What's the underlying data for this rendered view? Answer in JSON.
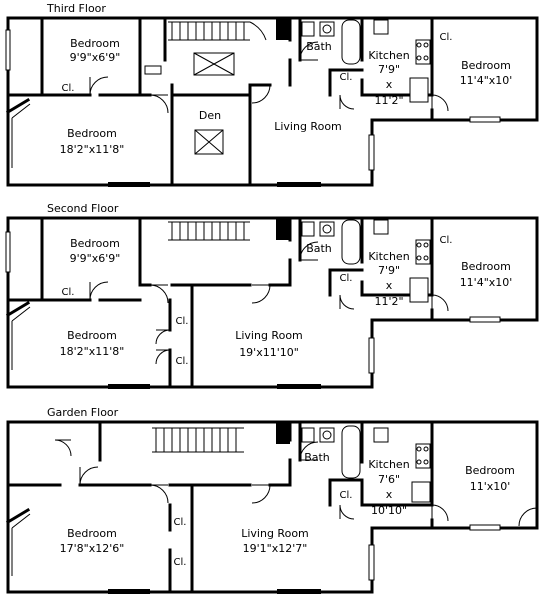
{
  "floors": [
    {
      "title": "Third Floor",
      "rooms": {
        "bedroom_small": {
          "name": "Bedroom",
          "size": "9'9\"x6'9\""
        },
        "bedroom_large": {
          "name": "Bedroom",
          "size": "18'2\"x11'8\""
        },
        "den": {
          "name": "Den"
        },
        "living": {
          "name": "Living Room"
        },
        "bath": {
          "name": "Bath"
        },
        "kitchen": {
          "name": "Kitchen",
          "dim1": "7'9\"",
          "x": "x",
          "dim2": "11'2\""
        },
        "bedroom_rear": {
          "name": "Bedroom",
          "size": "11'4\"x10'"
        },
        "closets": [
          "Cl.",
          "Cl.",
          "Cl."
        ]
      }
    },
    {
      "title": "Second Floor",
      "rooms": {
        "bedroom_small": {
          "name": "Bedroom",
          "size": "9'9\"x6'9\""
        },
        "bedroom_large": {
          "name": "Bedroom",
          "size": "18'2\"x11'8\""
        },
        "living": {
          "name": "Living Room",
          "size": "19'x11'10\""
        },
        "bath": {
          "name": "Bath"
        },
        "kitchen": {
          "name": "Kitchen",
          "dim1": "7'9\"",
          "x": "x",
          "dim2": "11'2\""
        },
        "bedroom_rear": {
          "name": "Bedroom",
          "size": "11'4\"x10'"
        },
        "closets": [
          "Cl.",
          "Cl.",
          "Cl.",
          "Cl.",
          "Cl."
        ]
      }
    },
    {
      "title": "Garden Floor",
      "rooms": {
        "bedroom_large": {
          "name": "Bedroom",
          "size": "17'8\"x12'6\""
        },
        "living": {
          "name": "Living Room",
          "size": "19'1\"x12'7\""
        },
        "bath": {
          "name": "Bath"
        },
        "kitchen": {
          "name": "Kitchen",
          "dim1": "7'6\"",
          "x": "x",
          "dim2": "10'10\""
        },
        "bedroom_rear": {
          "name": "Bedroom",
          "size": "11'x10'"
        },
        "closets": [
          "Cl.",
          "Cl.",
          "Cl."
        ]
      }
    }
  ]
}
